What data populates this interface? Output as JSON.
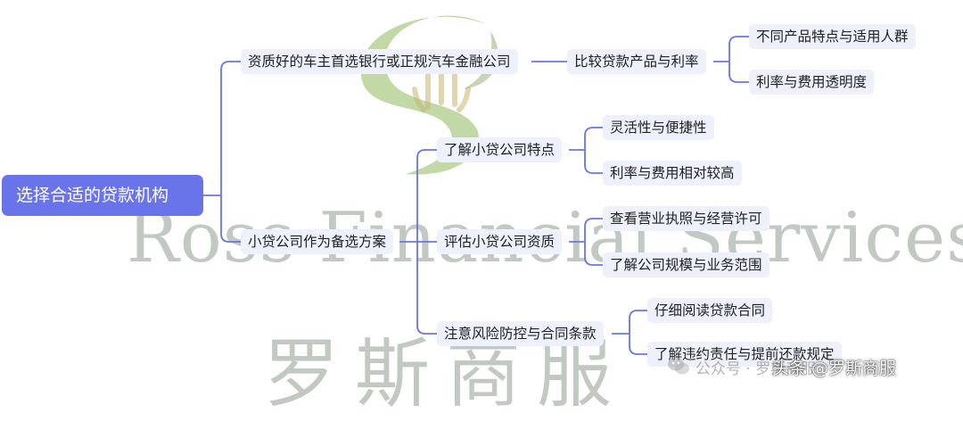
{
  "watermark": {
    "english": "Ross Financial Services",
    "chinese": "罗斯商服"
  },
  "footer": {
    "wechat_text": "公众号 · 罗斯商服",
    "toutiao_text": "头条 @罗斯商服"
  },
  "colors": {
    "root_fill": "#6a74ea",
    "node_fill": "#eef0fb",
    "connector": "#6a74ea"
  },
  "mindmap": {
    "root": "选择合适的贷款机构",
    "branch_a": {
      "label": "资质好的车主首选银行或正规汽车金融公司",
      "sub": {
        "label": "比较贷款产品与利率",
        "leaves": [
          "不同产品特点与适用人群",
          "利率与费用透明度"
        ]
      }
    },
    "branch_b": {
      "label": "小贷公司作为备选方案",
      "subs": [
        {
          "label": "了解小贷公司特点",
          "leaves": [
            "灵活性与便捷性",
            "利率与费用相对较高"
          ]
        },
        {
          "label": "评估小贷公司资质",
          "leaves": [
            "查看营业执照与经营许可",
            "了解公司规模与业务范围"
          ]
        },
        {
          "label": "注意风险防控与合同条款",
          "leaves": [
            "仔细阅读贷款合同",
            "了解违约责任与提前还款规定"
          ]
        }
      ]
    }
  }
}
